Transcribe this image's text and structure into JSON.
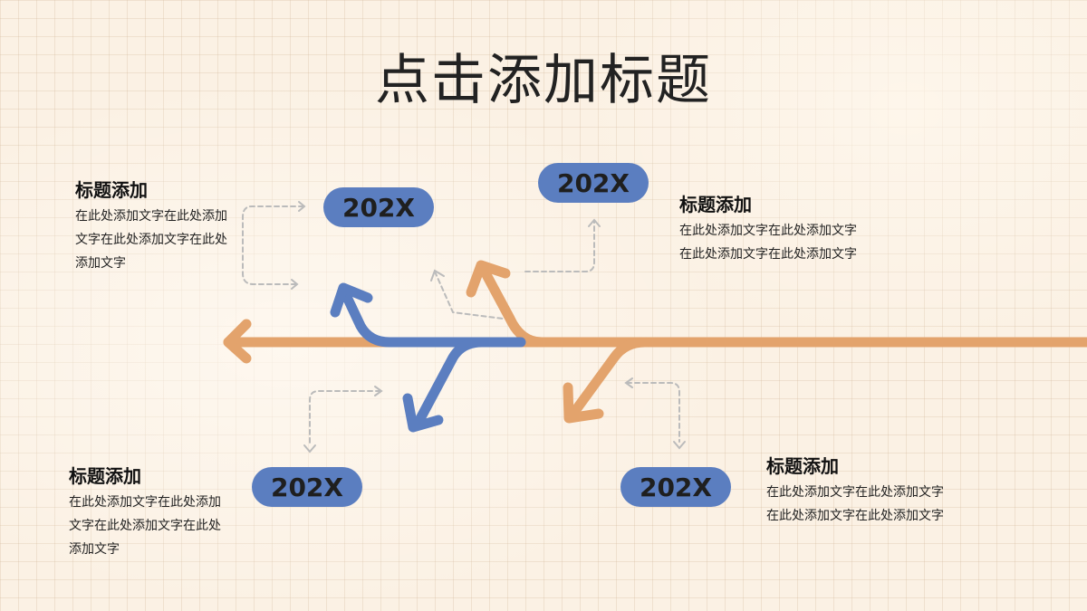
{
  "title": "点击添加标题",
  "colors": {
    "background": "#fbf1e4",
    "accent_blue": "#5b7ec0",
    "accent_orange": "#e3a36c",
    "dashed_connector": "#bbbbbb"
  },
  "milestones": [
    {
      "year": "202X",
      "heading": "标题添加",
      "body_lines": [
        "在此处添加文字在此处添加",
        "文字在此处添加文字在此处",
        "添加文字"
      ]
    },
    {
      "year": "202X",
      "heading": "标题添加",
      "body_lines": [
        "在此处添加文字在此处添加文字",
        "在此处添加文字在此处添加文字"
      ]
    },
    {
      "year": "202X",
      "heading": "标题添加",
      "body_lines": [
        "在此处添加文字在此处添加",
        "文字在此处添加文字在此处",
        "添加文字"
      ]
    },
    {
      "year": "202X",
      "heading": "标题添加",
      "body_lines": [
        "在此处添加文字在此处添加文字",
        "在此处添加文字在此处添加文字"
      ]
    }
  ]
}
